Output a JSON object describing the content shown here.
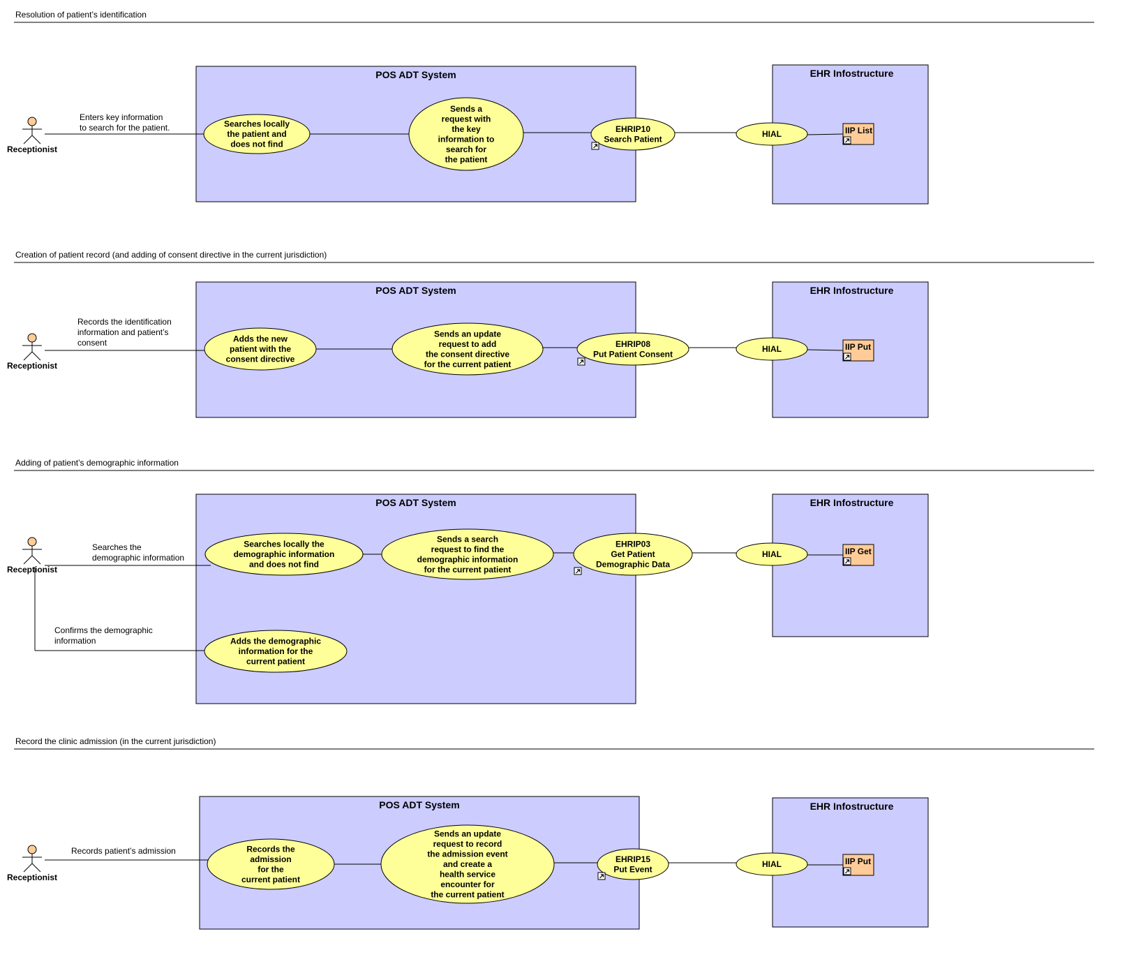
{
  "sections": [
    {
      "title": "Resolution of patient’s identification",
      "actor": "Receptionist",
      "assoc_label": "Enters key information\nto search for the patient.",
      "pos_title": "POS ADT System",
      "uc1": "Searches locally\nthe patient and\ndoes not find",
      "uc2": "Sends a\nrequest with\nthe key\ninformation to\nsearch for\nthe patient",
      "ehrip": "EHRIP10\nSearch Patient",
      "ehr_title": "EHR Infostructure",
      "hial": "HIAL",
      "iip": "IIP List"
    },
    {
      "title": "Creation of patient record (and adding of consent directive in the current jurisdiction)",
      "actor": "Receptionist",
      "assoc_label": "Records the identification\ninformation and patient’s\nconsent",
      "pos_title": "POS ADT System",
      "uc1": "Adds the new\npatient with the\nconsent directive",
      "uc2": "Sends an update\nrequest to add\nthe consent directive\nfor the current patient",
      "ehrip": "EHRIP08\nPut Patient Consent",
      "ehr_title": "EHR Infostructure",
      "hial": "HIAL",
      "iip": "IIP Put"
    },
    {
      "title": "Adding of patient’s demographic information",
      "actor": "Receptionist",
      "assoc_label": "Searches the\ndemographic information",
      "assoc_label2": "Confirms the demographic\ninformation",
      "pos_title": "POS ADT System",
      "uc1": "Searches locally the\ndemographic information\nand does not find",
      "uc2": "Sends a search\nrequest to find the\ndemographic information\nfor the current patient",
      "uc3": "Adds the demographic\ninformation for the\ncurrent patient",
      "ehrip": "EHRIP03\nGet Patient\nDemographic Data",
      "ehr_title": "EHR Infostructure",
      "hial": "HIAL",
      "iip": "IIP Get"
    },
    {
      "title": "Record the clinic admission (in the current jurisdiction)",
      "actor": "Receptionist",
      "assoc_label": "Records patient’s admission",
      "pos_title": "POS ADT System",
      "uc1": "Records the\nadmission\nfor the\ncurrent patient",
      "uc2": "Sends an update\nrequest to record\nthe admission event\nand create a\nhealth service\nencounter for\nthe current patient",
      "ehrip": "EHRIP15\nPut Event",
      "ehr_title": "EHR Infostructure",
      "hial": "HIAL",
      "iip": "IIP Put"
    }
  ]
}
